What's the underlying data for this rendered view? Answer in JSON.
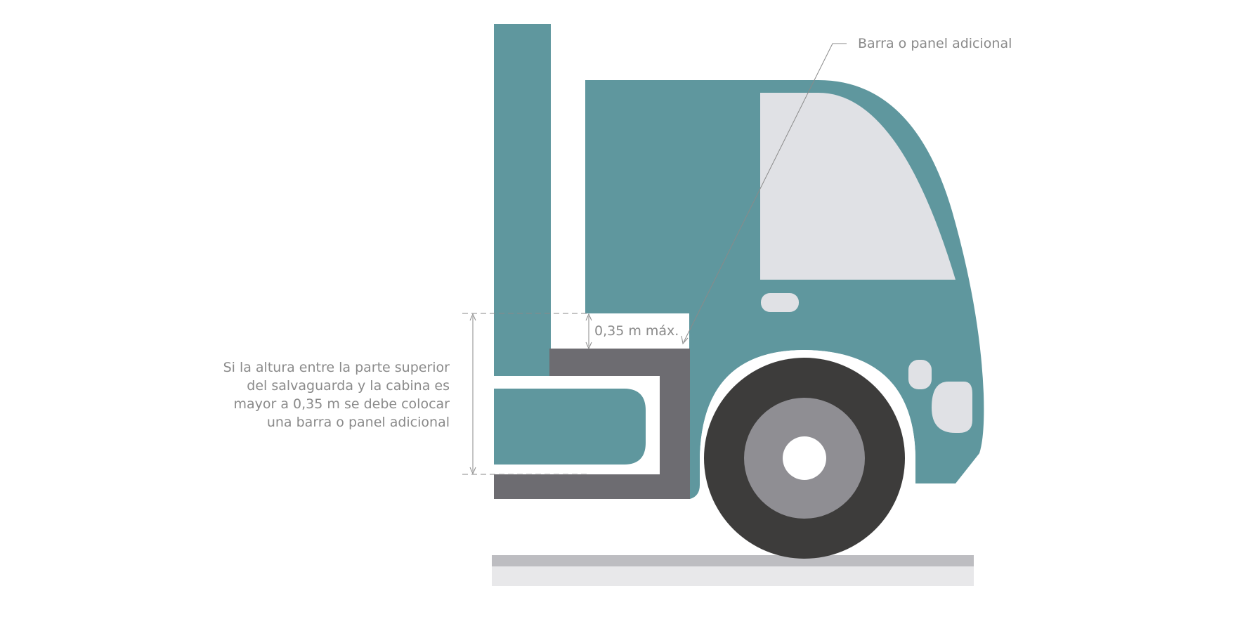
{
  "labels": {
    "callout": "Barra o panel adicional",
    "dimension": "0,35 m máx.",
    "note_lines": [
      "Si la altura entre la parte superior",
      "del salvaguarda y la cabina es",
      "mayor a 0,35 m se debe colocar",
      "una barra o panel adicional"
    ]
  },
  "colors": {
    "body": "#5f979e",
    "window": "#e0e1e5",
    "bumper_dark": "#6d6c71",
    "tire": "#3d3c3b",
    "rim": "#8f8e93",
    "ground_top": "#bdbdc1",
    "ground_bottom": "#e8e8ea",
    "annotation": "#8a8a8a"
  }
}
